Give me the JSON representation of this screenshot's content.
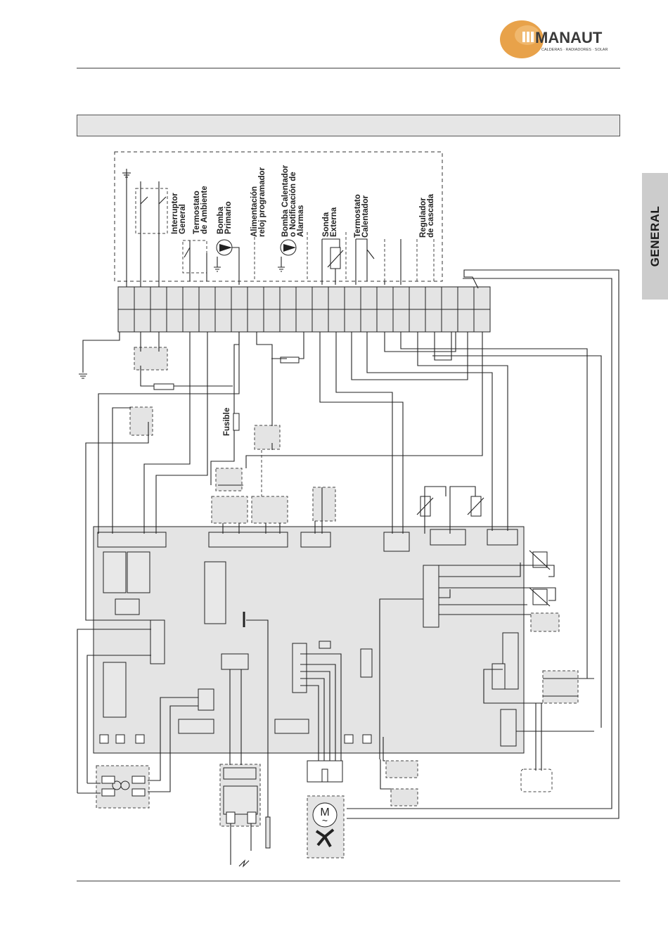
{
  "brand": {
    "name": "MANAUT",
    "tagline": "CALDERAS · RADIADORES · SOLAR",
    "logo_color": "#e8a24a"
  },
  "section_tab": "GENERAL",
  "terminal_labels": {
    "interruptor": [
      "Interruptor",
      "General"
    ],
    "termostato_ambiente": [
      "Termostato",
      "de Ambiente"
    ],
    "bomba_primario": [
      "Bomba",
      "Primario"
    ],
    "alimentacion": [
      "Alimentación",
      "reloj programador"
    ],
    "bomba_calentador": [
      "Bomba Calentador",
      "o Notificación de",
      "Alarmas"
    ],
    "sonda": [
      "Sonda",
      "Externa"
    ],
    "termostato_calentador": [
      "Termostato",
      "Calentador"
    ],
    "regulador": [
      "Regulador",
      "de cascada"
    ]
  },
  "fuse_label": "Fusible",
  "motor_symbol": "M",
  "motor_ac": "~"
}
